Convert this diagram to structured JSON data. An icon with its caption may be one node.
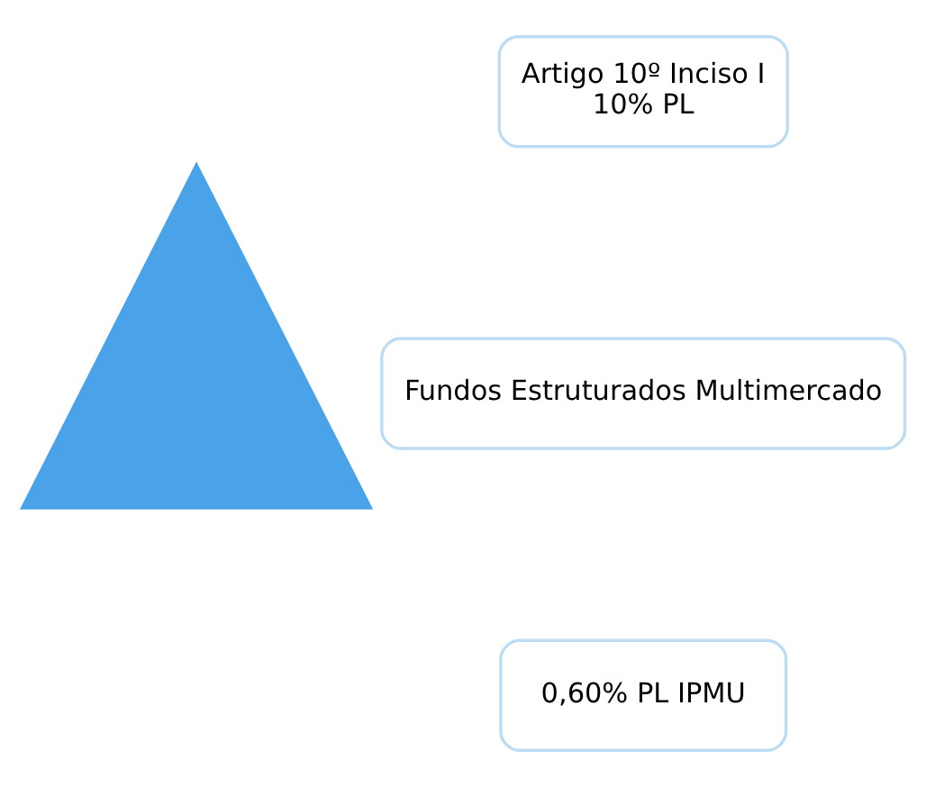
{
  "diagram": {
    "nodes": [
      {
        "text": [],
        "shape": "triangle"
      },
      {
        "text": [
          "Artigo 10º Inciso I",
          "10% PL"
        ]
      },
      {
        "text": [
          "Fundos Estruturados Multimercado"
        ]
      },
      {
        "text": [
          "0,60% PL IPMU"
        ]
      }
    ]
  }
}
